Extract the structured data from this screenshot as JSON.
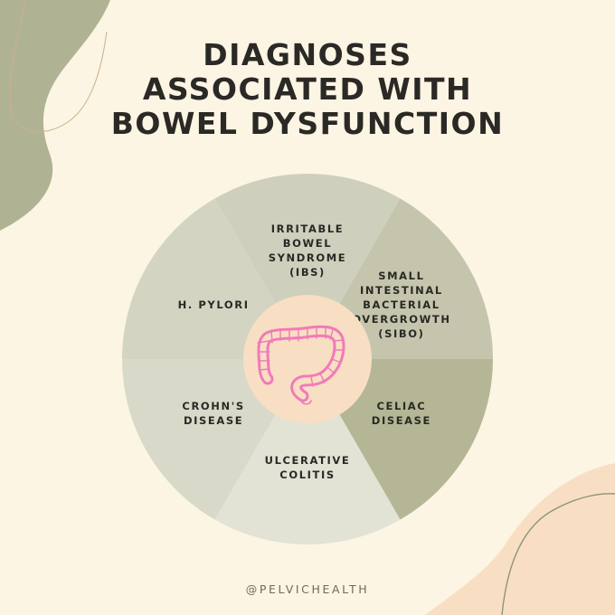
{
  "title_lines": [
    "DIAGNOSES",
    "ASSOCIATED WITH",
    "BOWEL DYSFUNCTION"
  ],
  "segments": [
    {
      "lines": [
        "IRRITABLE",
        "BOWEL",
        "SYNDROME",
        "(IBS)"
      ],
      "color": "#cfcfbd"
    },
    {
      "lines": [
        "SMALL",
        "INTESTINAL",
        "BACTERIAL",
        "OVERGROWTH",
        "(SIBO)"
      ],
      "color": "#c5c5ad"
    },
    {
      "lines": [
        "CELIAC",
        "DISEASE"
      ],
      "color": "#b4b696"
    },
    {
      "lines": [
        "ULCERATIVE",
        "COLITIS"
      ],
      "color": "#e2e2d5"
    },
    {
      "lines": [
        "CROHN'S",
        "DISEASE"
      ],
      "color": "#d8d9c8"
    },
    {
      "lines": [
        "H. PYLORI"
      ],
      "color": "#d3d4c2"
    }
  ],
  "center": {
    "icon": "colon-icon",
    "fill": "#f8dfc3",
    "icon_color": "#f27ab8"
  },
  "colors": {
    "background": "#fcf5e4",
    "sage_blob": "#b0b393",
    "peach_blob": "#f8dfc3",
    "text": "#2b2925"
  },
  "handle": "@PELVICHEALTH"
}
